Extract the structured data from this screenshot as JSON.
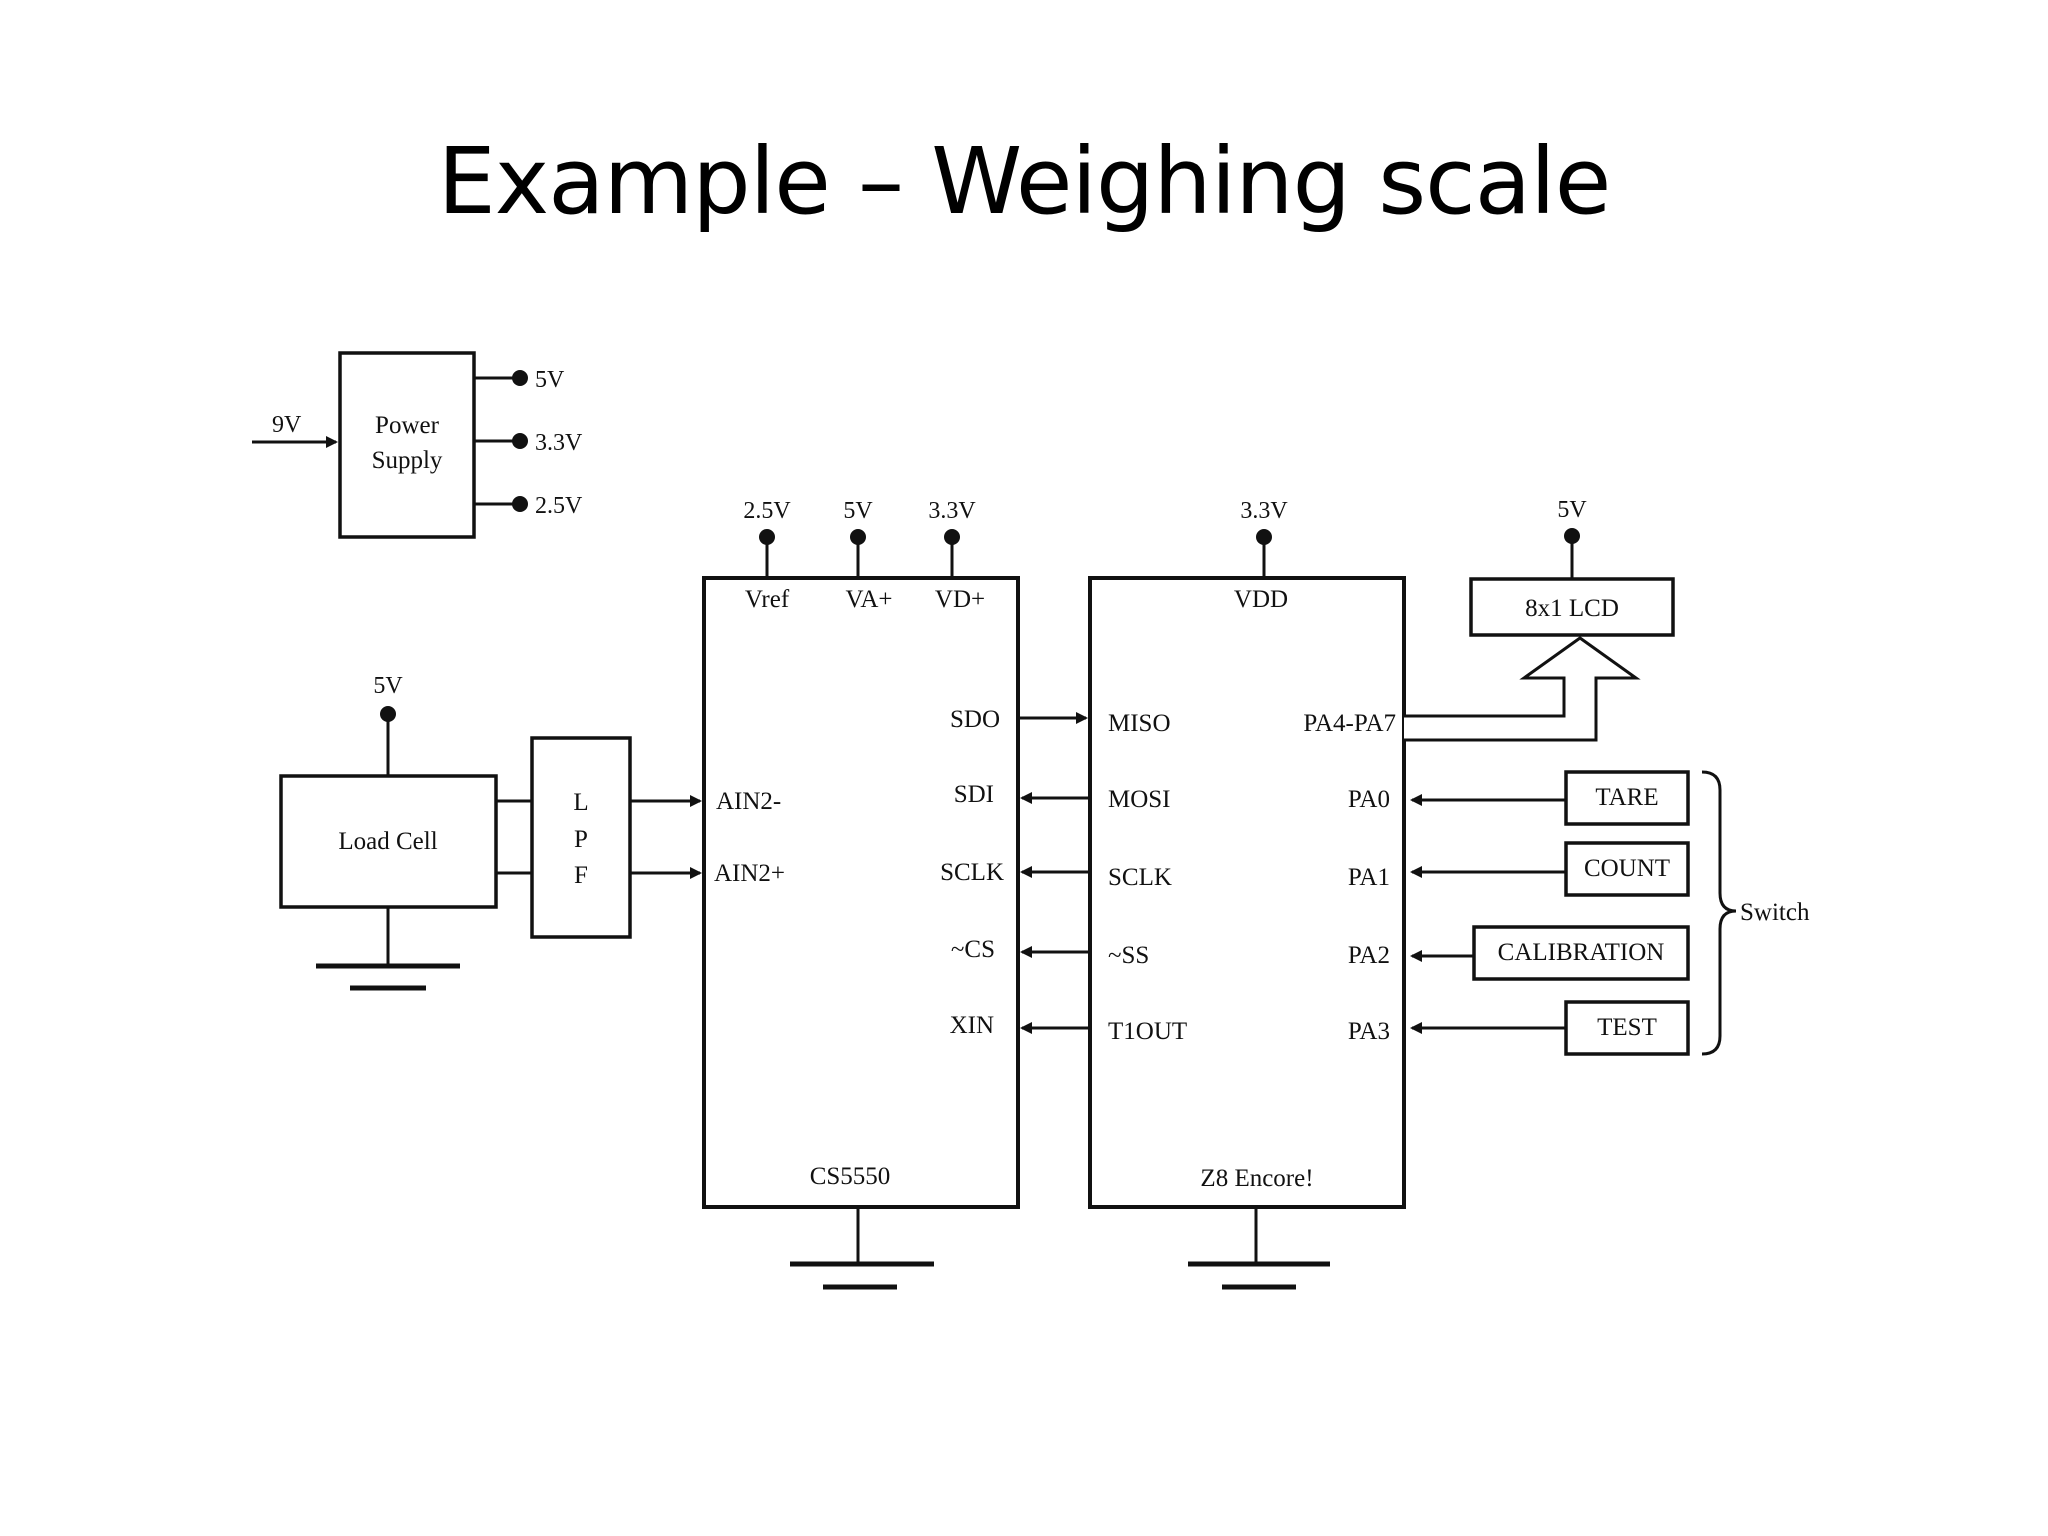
{
  "title": "Example – Weighing scale",
  "power_supply": {
    "label_line1": "Power",
    "label_line2": "Supply",
    "input": "9V",
    "outputs": [
      "5V",
      "3.3V",
      "2.5V"
    ]
  },
  "load_cell": {
    "label": "Load Cell",
    "supply": "5V"
  },
  "lpf": {
    "letters": [
      "L",
      "P",
      "F"
    ]
  },
  "adc": {
    "name": "CS5550",
    "supplies": [
      "2.5V",
      "5V",
      "3.3V"
    ],
    "supply_pins": [
      "Vref",
      "VA+",
      "VD+"
    ],
    "inputs": [
      "AIN2-",
      "AIN2+"
    ],
    "right_pins": [
      "SDO",
      "SDI",
      "SCLK",
      "~CS",
      "XIN"
    ]
  },
  "mcu": {
    "name": "Z8 Encore!",
    "supply": "3.3V",
    "supply_pin": "VDD",
    "left_pins": [
      "MISO",
      "MOSI",
      "SCLK",
      "~SS",
      "T1OUT"
    ],
    "right_pins": [
      "PA4-PA7",
      "PA0",
      "PA1",
      "PA2",
      "PA3"
    ]
  },
  "lcd": {
    "label": "8x1 LCD",
    "supply": "5V"
  },
  "switches": {
    "buttons": [
      "TARE",
      "COUNT",
      "CALIBRATION",
      "TEST"
    ],
    "group_label": "Switch"
  }
}
